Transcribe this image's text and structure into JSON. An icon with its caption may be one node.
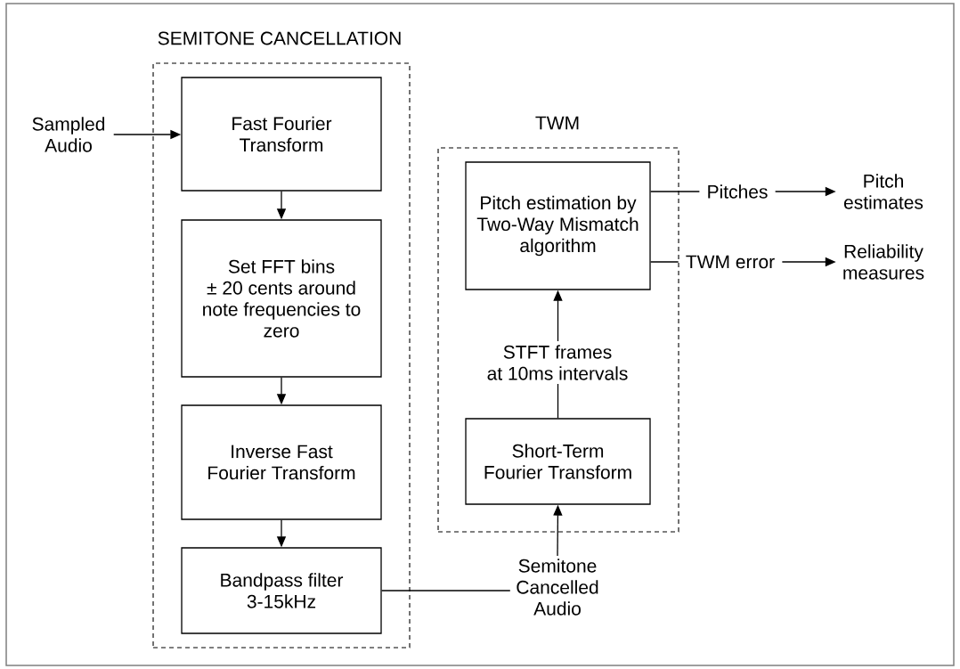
{
  "diagram": {
    "nodes": [
      {
        "text": [
          "SEMITONE CANCELLATION"
        ]
      },
      {
        "text": [
          "Fast Fourier Transform"
        ],
        "in": 0
      },
      {
        "text": [
          "Set FFT bins ± 20 cents around note frequencies to zero"
        ],
        "in": 0
      },
      {
        "text": [
          "Inverse Fast Fourier Transform"
        ],
        "in": 0
      },
      {
        "text": [
          "Bandpass filter 3-15kHz"
        ],
        "in": 0
      },
      {
        "text": [
          "TWM"
        ]
      },
      {
        "text": [
          "Pitch estimation by Two-Way Mismatch algorithm"
        ],
        "in": 5
      },
      {
        "text": [
          "Short-Term Fourier Transform"
        ],
        "in": 5
      },
      {
        "text": [
          "Sampled Audio"
        ]
      },
      {
        "text": [
          "Semitone Cancelled Audio"
        ]
      },
      {
        "text": [
          "Pitch estimates"
        ]
      },
      {
        "text": [
          "Reliability measures"
        ]
      }
    ],
    "edges": [
      {
        "from": 8,
        "to": 1,
        "arrow": "to"
      },
      {
        "from": 1,
        "to": 2,
        "arrow": "to"
      },
      {
        "from": 2,
        "to": 3,
        "arrow": "to"
      },
      {
        "from": 3,
        "to": 4,
        "arrow": "to"
      },
      {
        "from": 4,
        "to": 9,
        "arrow": "none"
      },
      {
        "from": 9,
        "to": 7,
        "arrow": "to"
      },
      {
        "from": 7,
        "to": 6,
        "arrow": "to",
        "label": "STFT frames at 10ms intervals"
      },
      {
        "from": 6,
        "to": 10,
        "arrow": "to",
        "label": "Pitches"
      },
      {
        "from": 6,
        "to": 11,
        "arrow": "to",
        "label": "TWM error"
      }
    ]
  }
}
